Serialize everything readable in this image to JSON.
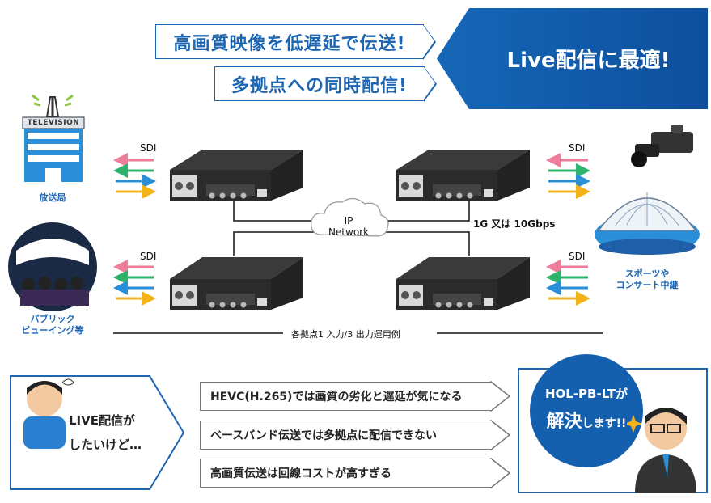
{
  "banners": {
    "line1": "高画質映像を低遅延で伝送!",
    "line2": "多拠点への同時配信!",
    "live": "Live配信に最適!"
  },
  "sources": {
    "tv_sign": "TELEVISION",
    "broadcast": "放送局",
    "viewing_line1": "パブリック",
    "viewing_line2": "ビューイング等",
    "sports_line1": "スポーツや",
    "sports_line2": "コンサート中継"
  },
  "sdi": {
    "tl": "SDI",
    "tr": "SDI",
    "bl": "SDI",
    "br": "SDI"
  },
  "network": {
    "cloud_line1": "IP",
    "cloud_line2": "Network",
    "speed": "1G 又は 10Gbps",
    "example": "各拠点1 入力/3 出力運用例"
  },
  "problems": {
    "speech_line1": "LIVE配信が",
    "speech_line2": "したいけど…",
    "items": [
      "HEVC(H.265)では画質の劣化と遅延が気になる",
      "ベースバンド伝送では多拠点に配信できない",
      "高画質伝送は回線コストが高すぎる"
    ]
  },
  "solution": {
    "product": "HOL-PB-LTが",
    "solve_big": "解決",
    "solve_rest": "します!!"
  },
  "colors": {
    "brand_blue": "#1c66b3",
    "arrow_pink": "#ee7d9b",
    "arrow_green": "#2db36b",
    "arrow_blue": "#2a8fd8",
    "arrow_yellow": "#f2b218"
  }
}
